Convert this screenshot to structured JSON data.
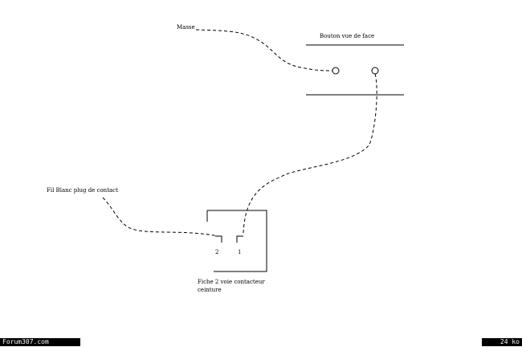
{
  "labels": {
    "masse": "Masse",
    "bouton": "Bouton vue de face",
    "fil": "Fil  Blanc plug de contact",
    "pin2": "2",
    "pin1": "1",
    "fiche_line1": "Fiche 2 voie contacteur",
    "fiche_line2": "ceinture"
  },
  "footer": {
    "site": "Forum307.com",
    "size": "24 ko"
  },
  "colors": {
    "line": "#000000",
    "background": "#ffffff",
    "footer_bg": "#000000",
    "footer_text": "#ffffff"
  }
}
